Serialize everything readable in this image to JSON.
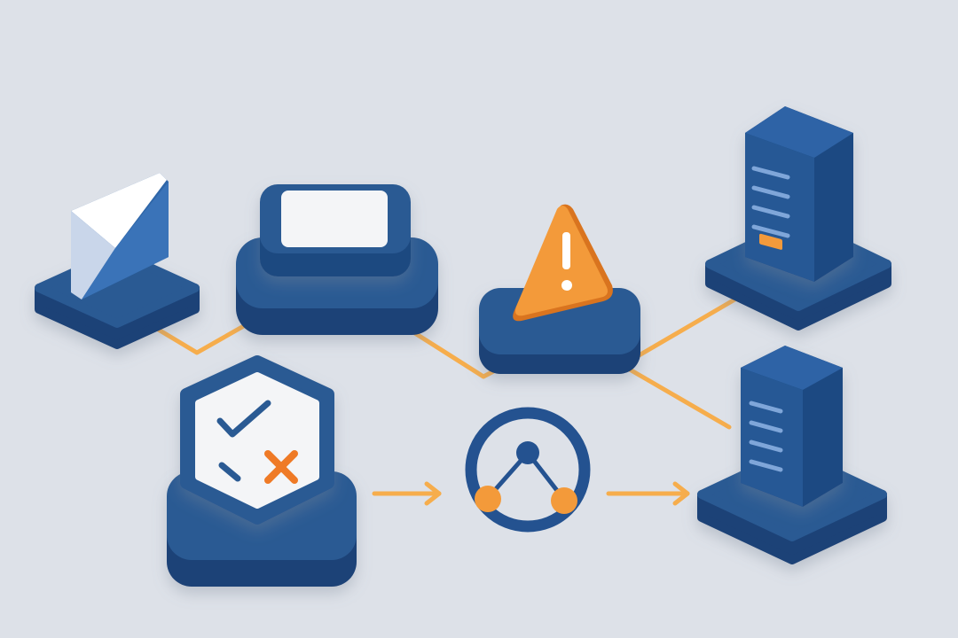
{
  "colors": {
    "background": "#dde1e8",
    "platform_top": "#2b5a93",
    "platform_side": "#1c4277",
    "accent_orange": "#f39a3a",
    "connector_orange": "#f6ad4c",
    "panel_white": "#f4f5f7",
    "server_light": "#7fa6d9"
  },
  "nodes": [
    {
      "id": "mail",
      "icon": "envelope-icon"
    },
    {
      "id": "stack",
      "icon": "card-stack-icon"
    },
    {
      "id": "warning",
      "icon": "warning-triangle-icon"
    },
    {
      "id": "server-top",
      "icon": "server-icon"
    },
    {
      "id": "checklist",
      "icon": "check-x-hexagon-icon"
    },
    {
      "id": "network",
      "icon": "network-nodes-icon"
    },
    {
      "id": "server-bottom",
      "icon": "server-icon"
    }
  ]
}
